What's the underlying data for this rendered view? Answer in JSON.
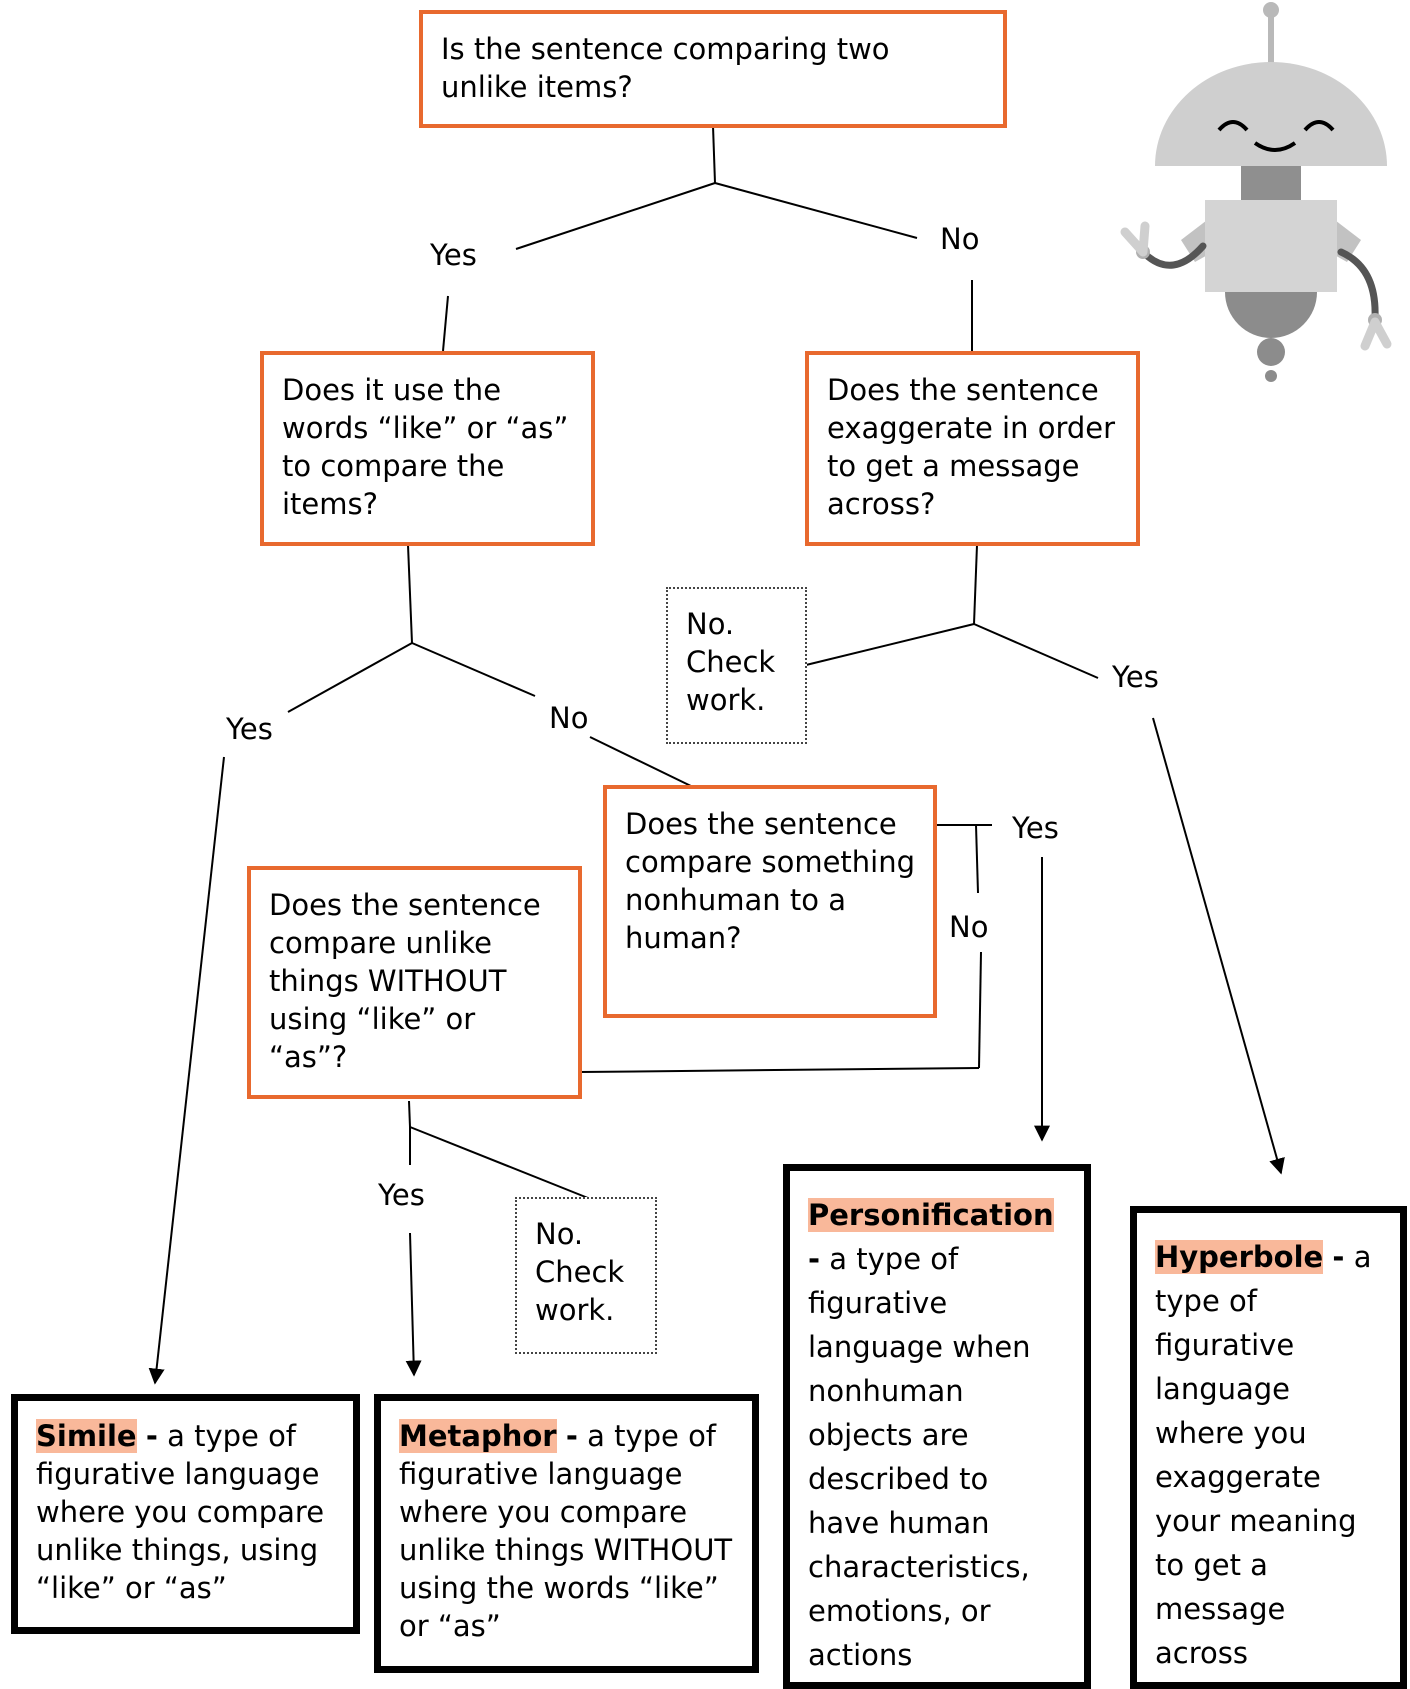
{
  "questions": {
    "q1": "Is the sentence comparing two unlike items?",
    "q2": "Does it use the words “like” or “as” to compare the items?",
    "q3": "Does the sentence exaggerate in order to get a message across?",
    "q4": "Does the sentence compare something nonhuman to a human?",
    "q5": "Does the sentence compare unlike things WITHOUT using “like” or “as”?"
  },
  "check_work": {
    "c1": "No. Check work.",
    "c2": "No. Check work."
  },
  "branch_labels": {
    "q1_yes": "Yes",
    "q1_no": "No",
    "q2_yes": "Yes",
    "q2_no": "No",
    "q3_yes": "Yes",
    "q4_yes": "Yes",
    "q4_no": "No",
    "q5_yes": "Yes"
  },
  "definitions": {
    "simile": {
      "term": "Simile",
      "separator": "-",
      "text": "a type of figurative language where you compare unlike things, using “like” or “as”"
    },
    "metaphor": {
      "term": "Metaphor",
      "separator": "-",
      "text": "a type of figurative language where you compare unlike things WITHOUT using the words “like” or “as”"
    },
    "personification": {
      "term": "Personification",
      "separator": "-",
      "text": "a type of figurative language when nonhuman objects are described to have human characteristics, emotions, or actions"
    },
    "hyperbole": {
      "term": "Hyperbole",
      "separator": "-",
      "text": "a type of figurative language where you exaggerate your meaning to get a message across"
    }
  },
  "colors": {
    "question_border": "#e8692e",
    "term_highlight": "#f9b89a",
    "robot_gray": "#cfcfcf"
  },
  "icons": {
    "mascot": "robot-icon"
  }
}
